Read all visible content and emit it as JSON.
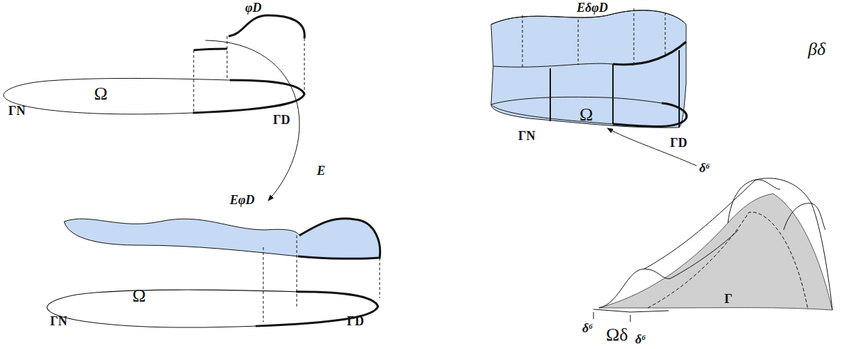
{
  "diagram": {
    "labels": [
      "φD",
      "Ω",
      "ΓN",
      "ΓD",
      "E",
      "EφD",
      "Ω",
      "ΓN",
      "ΓD",
      "EδφD",
      "Ω",
      "ΓN",
      "ΓD",
      "δ⁶",
      "βδ",
      "Γ",
      "δ⁶",
      "δ⁶",
      "Ωδ"
    ]
  }
}
